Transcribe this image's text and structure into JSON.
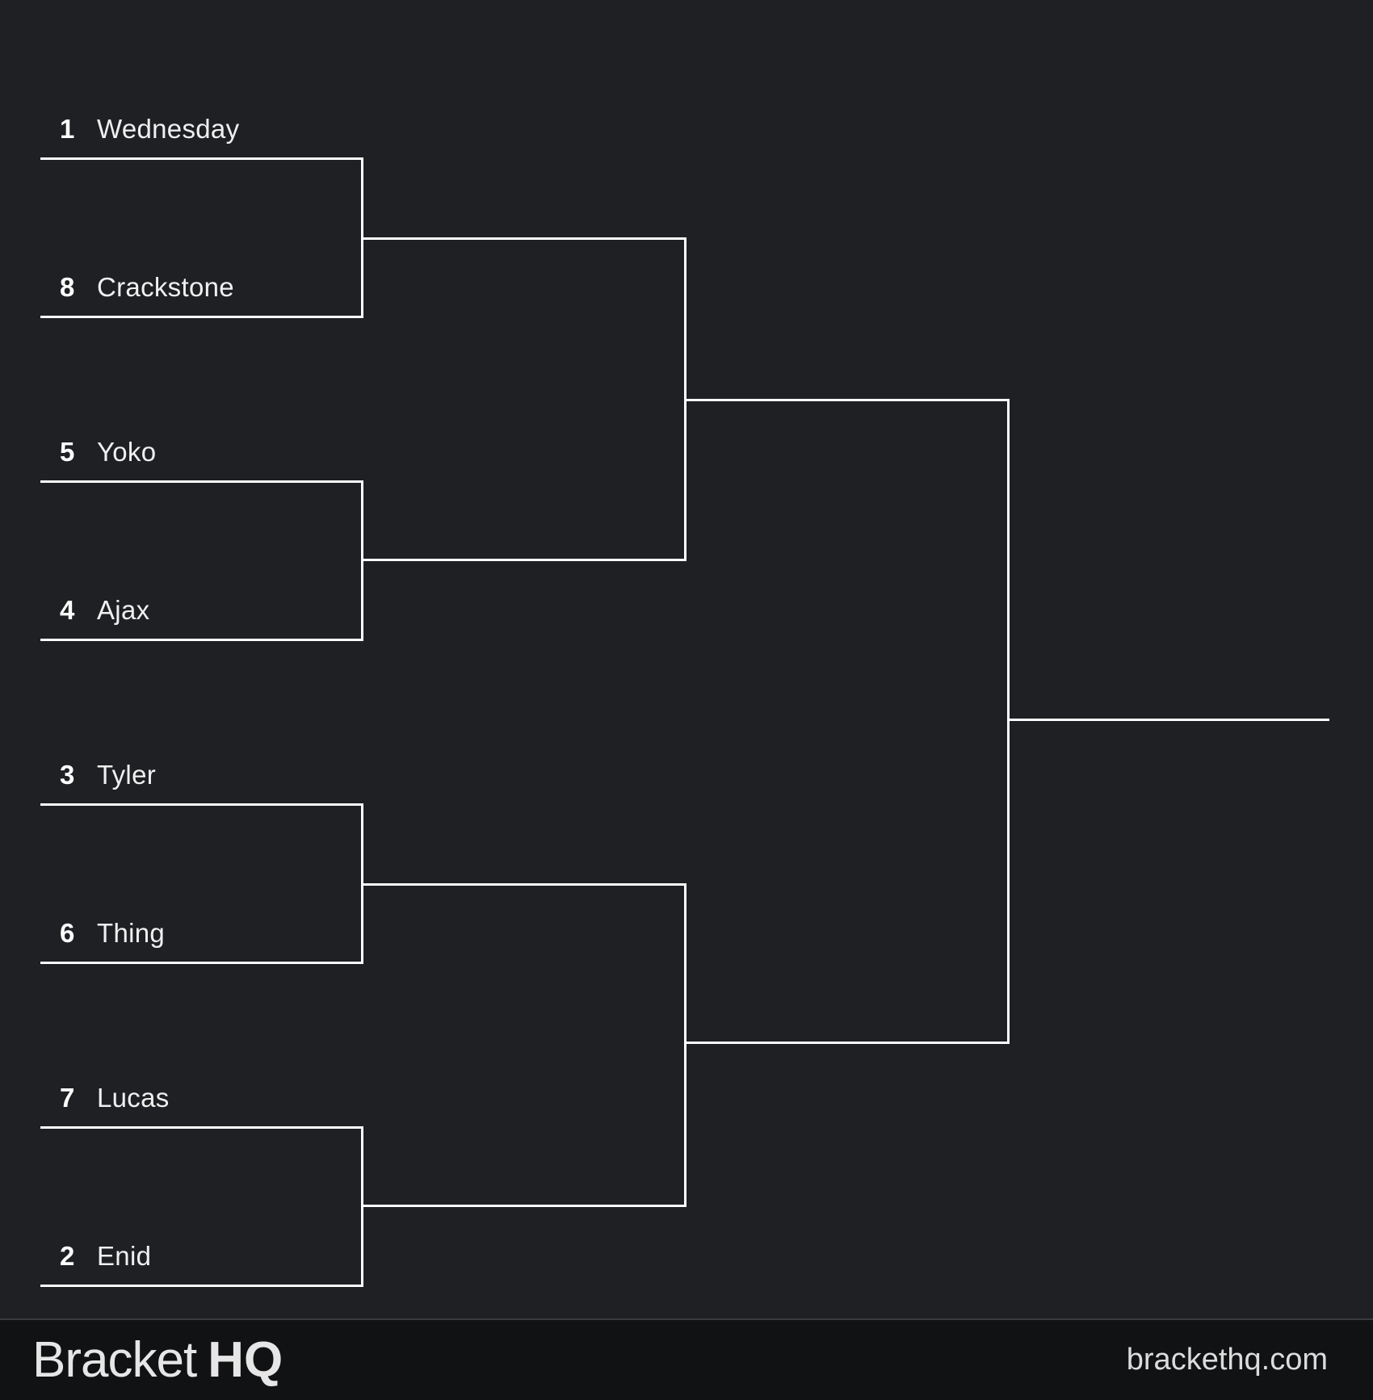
{
  "bracket": {
    "type": "single-elimination",
    "rounds": 3,
    "line_color": "#ffffff",
    "background_color": "#1f2024",
    "round1": [
      {
        "seed": "1",
        "name": "Wednesday"
      },
      {
        "seed": "8",
        "name": "Crackstone"
      },
      {
        "seed": "5",
        "name": "Yoko"
      },
      {
        "seed": "4",
        "name": "Ajax"
      },
      {
        "seed": "3",
        "name": "Tyler"
      },
      {
        "seed": "6",
        "name": "Thing"
      },
      {
        "seed": "7",
        "name": "Lucas"
      },
      {
        "seed": "2",
        "name": "Enid"
      }
    ],
    "round2": [
      "",
      "",
      "",
      ""
    ],
    "round3": [
      "",
      ""
    ],
    "champion": ""
  },
  "footer": {
    "logo_light": "Bracket",
    "logo_bold": "HQ",
    "site": "brackethq.com",
    "background_color": "#111214"
  }
}
